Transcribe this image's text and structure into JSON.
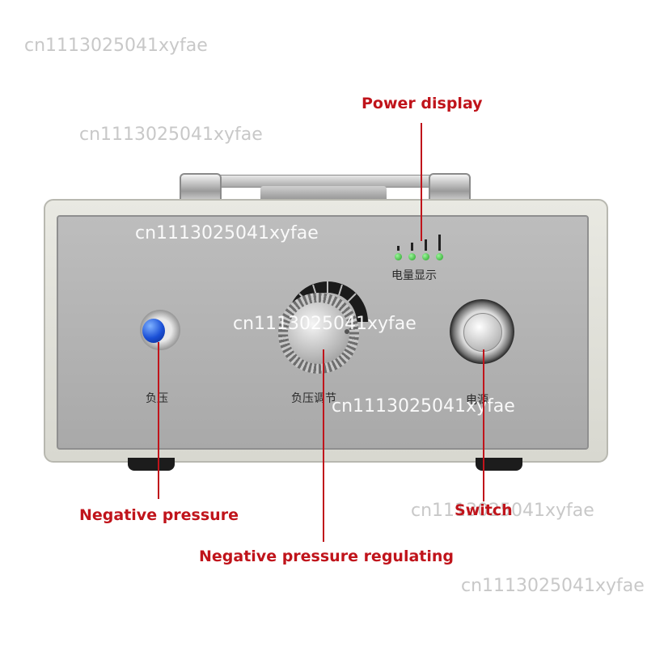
{
  "watermark": "cn1113025041xyfae",
  "callouts": {
    "power_display": "Power display",
    "negative_pressure": "Negative pressure",
    "negative_pressure_regulating": "Negative pressure regulating",
    "switch": "Switch"
  },
  "panel_labels": {
    "power_display_cn": "电量显示",
    "negative_pressure_cn": "负压",
    "regulating_cn": "负压调节",
    "power_cn": "电源"
  },
  "colors": {
    "callout_red": "#c0141b",
    "led_green": "#22a022",
    "button_blue": "#1a4fd6"
  }
}
